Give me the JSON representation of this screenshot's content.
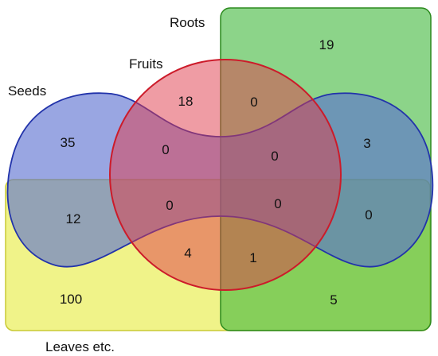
{
  "sets": {
    "seeds": {
      "label": "Seeds",
      "fill": "#5a6fd0",
      "stroke": "#2233aa"
    },
    "fruits": {
      "label": "Fruits",
      "fill": "#e0394a",
      "stroke": "#cc1b2a"
    },
    "roots": {
      "label": "Roots",
      "fill": "#3fb83a",
      "stroke": "#2c8a1e"
    },
    "leaves": {
      "label": "Leaves etc.",
      "fill": "#e8ec4a",
      "stroke": "#c9c934"
    }
  },
  "counts": {
    "seeds_only": "35",
    "fruits_only": "18",
    "roots_only": "19",
    "leaves_only": "100",
    "seeds_fruits": "0",
    "fruits_roots": "0",
    "seeds_roots": "3",
    "seeds_fruits_roots": "0",
    "seeds_leaves": "12",
    "seeds_fruits_leaves": "0",
    "all_four": "0",
    "seeds_roots_leaves": "0",
    "fruits_leaves": "4",
    "fruits_roots_leaves": "1",
    "roots_leaves": "5"
  }
}
